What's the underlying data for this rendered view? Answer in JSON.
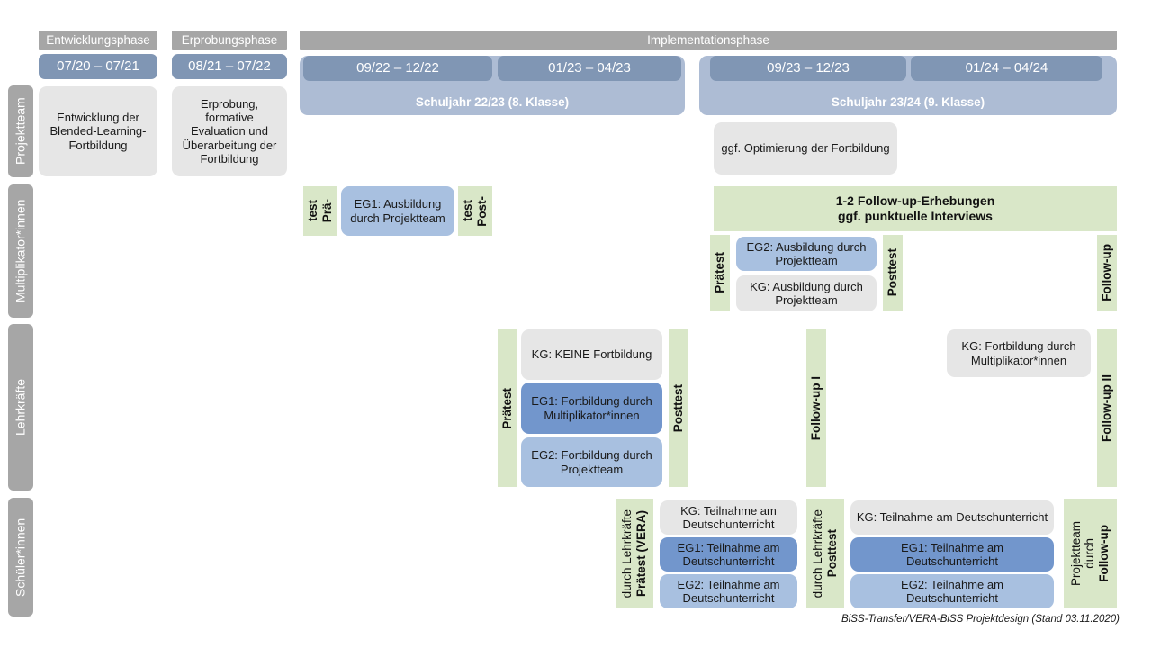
{
  "phases": [
    {
      "label": "Entwicklungsphase"
    },
    {
      "label": "Erprobungsphase"
    },
    {
      "label": "Implementationsphase"
    }
  ],
  "periods": [
    {
      "label": "07/20 – 07/21"
    },
    {
      "label": "08/21 – 07/22"
    },
    {
      "label": "09/22 – 12/22"
    },
    {
      "label": "01/23 – 04/23"
    },
    {
      "label": "09/23 – 12/23"
    },
    {
      "label": "01/24 – 04/24"
    }
  ],
  "school_years": [
    {
      "label": "Schuljahr 22/23 (8. Klasse)"
    },
    {
      "label": "Schuljahr 23/24 (9. Klasse)"
    }
  ],
  "roles": [
    {
      "label": "Projektteam"
    },
    {
      "label": "Multiplikator*innen"
    },
    {
      "label": "Lehrkräfte"
    },
    {
      "label": "Schüler*innen"
    }
  ],
  "projektteam": {
    "entwicklung": "Entwicklung der Blended-Learning-Fortbildung",
    "erprobung": "Erprobung, formative Evaluation und Überarbeitung der Fortbildung",
    "optimierung": "ggf. Optimierung der Fortbildung"
  },
  "multiplikatoren": {
    "praetest_short_line1": "Prä-",
    "praetest_short_line2": "test",
    "posttest_short_line1": "Post-",
    "posttest_short_line2": "test",
    "eg1_ausbildung": "EG1: Ausbildung durch Projektteam",
    "followup_banner_line1": "1-2 Follow-up-Erhebungen",
    "followup_banner_line2": "ggf. punktuelle Interviews",
    "praetest": "Prätest",
    "posttest": "Posttest",
    "followup": "Follow-up",
    "eg2_ausbildung": "EG2: Ausbildung durch Projektteam",
    "kg_ausbildung": "KG: Ausbildung durch Projektteam"
  },
  "lehrkraefte": {
    "praetest": "Prätest",
    "posttest": "Posttest",
    "followup_1": "Follow-up I",
    "followup_2": "Follow-up II",
    "kg_keine": "KG:  KEINE Fortbildung",
    "eg1_fortbildung": "EG1: Fortbildung durch Multiplikator*innen",
    "eg2_fortbildung": "EG2: Fortbildung durch Projektteam",
    "kg_fortbildung": "KG: Fortbildung durch Multiplikator*innen"
  },
  "schueler": {
    "praetest_main": "Prätest (VERA)",
    "praetest_sub": "durch Lehrkräfte",
    "posttest_main": "Posttest",
    "posttest_sub": "durch Lehrkräfte",
    "followup_main": "Follow-up",
    "followup_sub1": "durch",
    "followup_sub2": "Projektteam",
    "kg_teilnahme": "KG: Teilnahme am Deutschunterricht",
    "eg1_teilnahme": "EG1: Teilnahme am Deutschunterricht",
    "eg2_teilnahme": "EG2: Teilnahme am Deutschunterricht"
  },
  "footer": {
    "note": "BiSS-Transfer/VERA-BiSS Projektdesign (Stand 03.11.2020)"
  },
  "colors": {
    "phase_gray": "#a6a6a6",
    "period_blue": "#8096b4",
    "year_band_blue": "#adbcd4",
    "card_gray": "#e6e6e6",
    "eg1_blue": "#7296cc",
    "eg2_blue": "#a8c0e0",
    "test_green": "#d9e7c8"
  }
}
